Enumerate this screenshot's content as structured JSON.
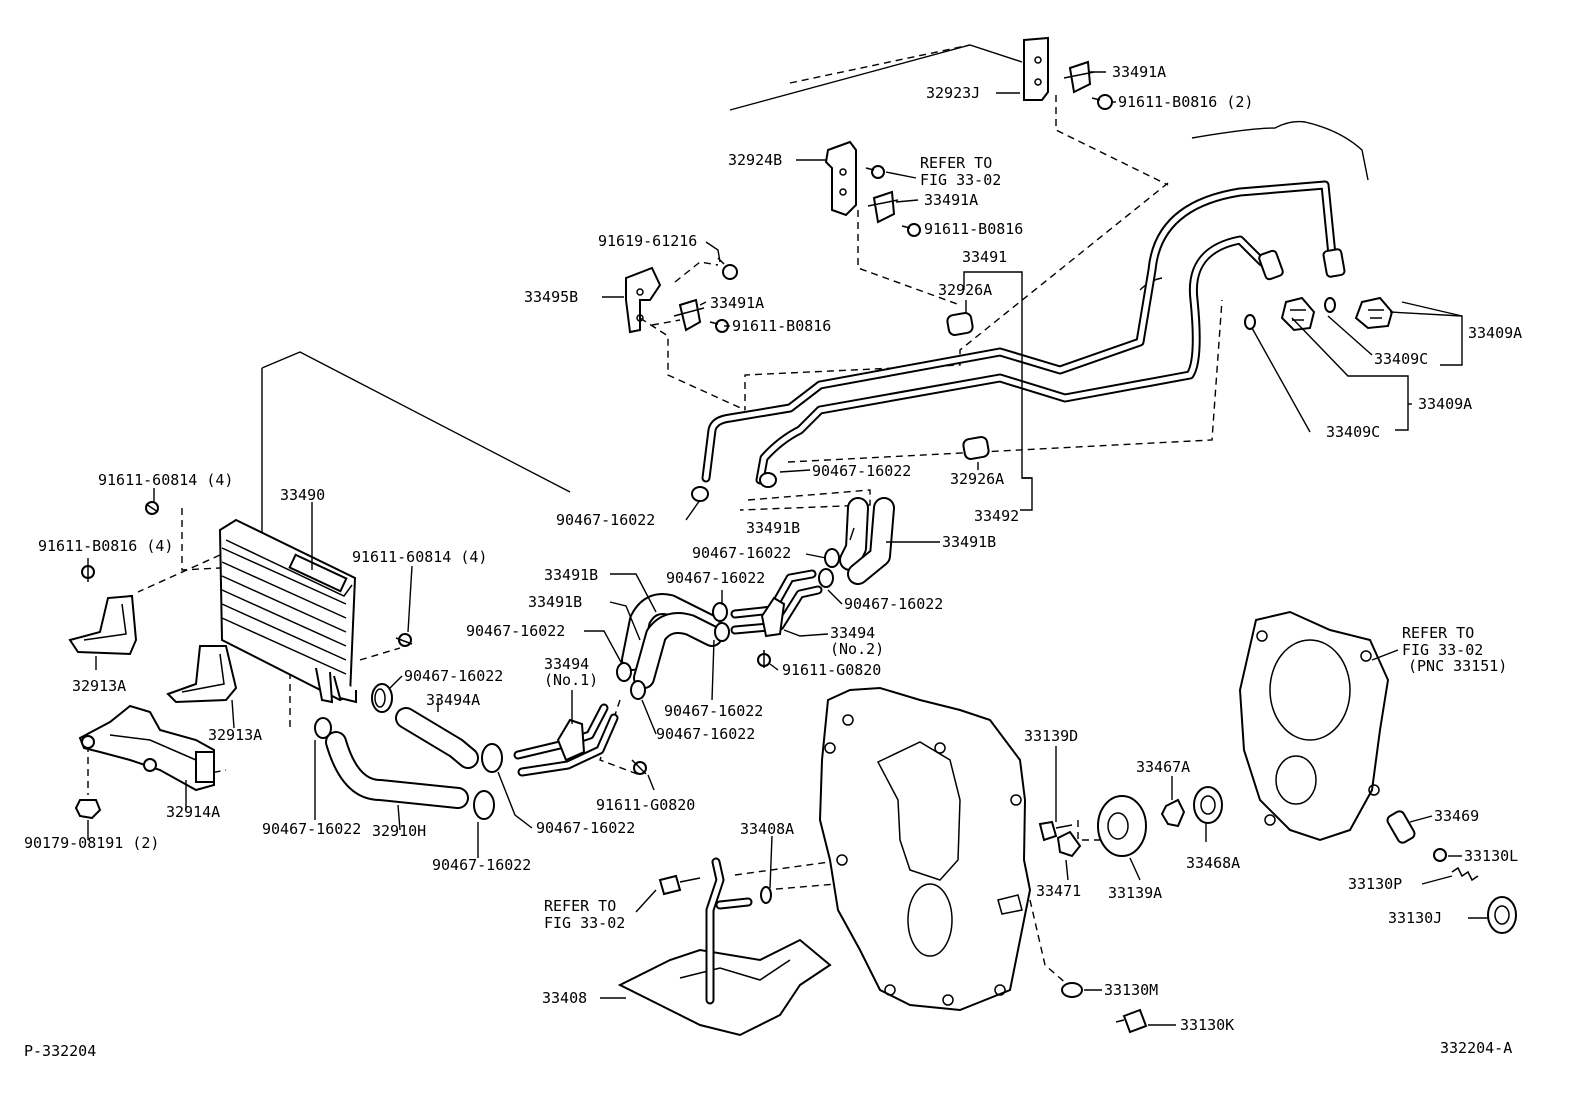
{
  "labels": {
    "l32923J": "32923J",
    "l33491A_1": "33491A",
    "l91611B0816_2": "91611-B0816 (2)",
    "l32924B": "32924B",
    "lReferTo1": "REFER TO",
    "lFig1": "FIG 33-02",
    "l33491A_2": "33491A",
    "l91611B0816_a": "91611-B0816",
    "l9161961216": "91619-61216",
    "l33491": "33491",
    "l32926A_1": "32926A",
    "l33495B": "33495B",
    "l33491A_3": "33491A",
    "l91611B0816_b": "91611-B0816",
    "l33409A_1": "33409A",
    "l33409C_1": "33409C",
    "l33409A_2": "33409A",
    "l33409C_2": "33409C",
    "l9161160814_4a": "91611-60814 (4)",
    "l33490": "33490",
    "l9046716022_a": "90467-16022",
    "l32926A_2": "32926A",
    "l33492": "33492",
    "l91611B0816_4": "91611-B0816 (4)",
    "l9161160814_4b": "91611-60814 (4)",
    "l9046716022_b": "90467-16022",
    "l9046716022_c": "90467-16022",
    "l33491B_1": "33491B",
    "l33491B_2": "33491B",
    "l9046716022_d": "90467-16022",
    "l33491B_3": "33491B",
    "l33491B_4": "33491B",
    "l9046716022_e": "90467-16022",
    "l9046716022_f": "90467-16022",
    "l33494No2": "33494",
    "l33494No2sub": "(No.2)",
    "l91611G0820_a": "91611-G0820",
    "lReferTo2": "REFER TO",
    "lFig2": "FIG 33-02",
    "lPnc": "(PNC 33151)",
    "l32913A": "32913A",
    "l9046716022_g": "90467-16022",
    "l33494A": "33494A",
    "l33494No1": "33494",
    "l33494No1sub": "(No.1)",
    "l9046716022_h": "90467-16022",
    "l9046716022_i": "90467-16022",
    "l32913Ai": "32913A",
    "l91611G0820_b": "91611-G0820",
    "l33139D": "33139D",
    "l33467A": "33467A",
    "l33469": "33469",
    "l32914A": "32914A",
    "l9046716022_j": "90467-16022",
    "l9046716022_k": "90467-16022",
    "l33408A": "33408A",
    "l33468A": "33468A",
    "l33130L": "33130L",
    "l9017908191": "90179-08191 (2)",
    "l32910H": "32910H",
    "l9046716022_l": "90467-16022",
    "l33471": "33471",
    "l33139A": "33139A",
    "l33130P": "33130P",
    "lReferTo3": "REFER TO",
    "lFig3": "FIG 33-02",
    "l33130J": "33130J",
    "l33408": "33408",
    "l33130M": "33130M",
    "l33130K": "33130K",
    "lFooterLeft": "P-332204",
    "lFooterRight": "332204-A"
  }
}
